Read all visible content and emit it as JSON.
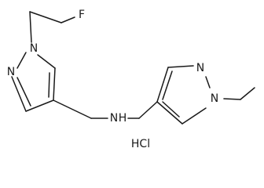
{
  "molecule": {
    "atoms": {
      "fluorine": "F",
      "pyrazole_left_n1": "N",
      "pyrazole_left_n2": "N",
      "amine": "N",
      "amine_hydrogen": "H",
      "pyrazole_right_n1": "N",
      "pyrazole_right_n2": "N"
    },
    "salt": "HCl"
  }
}
